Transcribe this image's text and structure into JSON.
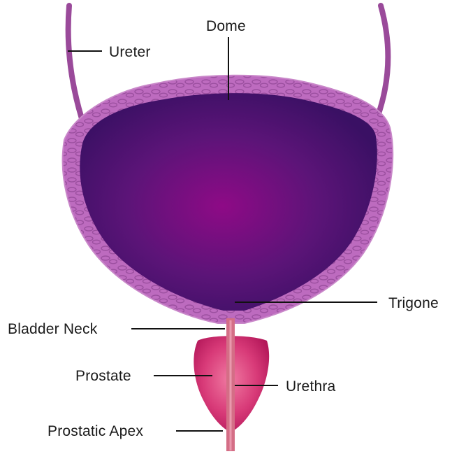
{
  "labels": {
    "dome": "Dome",
    "ureter": "Ureter",
    "trigone": "Trigone",
    "bladder_neck": "Bladder Neck",
    "prostate": "Prostate",
    "urethra": "Urethra",
    "prostatic_apex": "Prostatic Apex"
  },
  "colors": {
    "bladder_lumen_center": "#8e0a86",
    "bladder_lumen_edge": "#3a1064",
    "bladder_wall": "#b763ba",
    "bladder_wall_texture": "#9a4e9e",
    "ureter": "#9a4a9a",
    "prostate_center": "#f07aa2",
    "prostate_edge": "#c2185f",
    "urethra": "#d46e86",
    "leader_line": "#111111"
  }
}
